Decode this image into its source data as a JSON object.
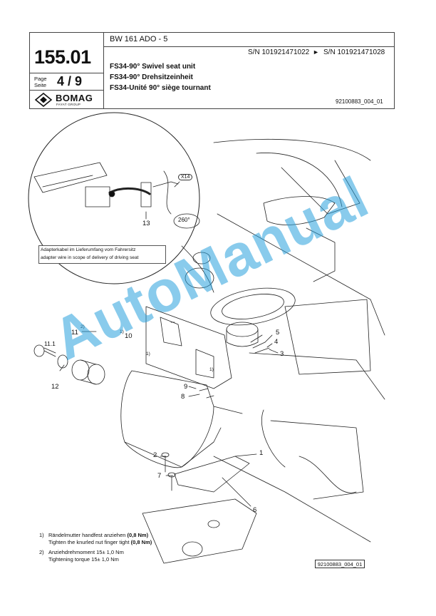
{
  "header": {
    "model": "BW 161 ADO - 5",
    "page_code": "155.01",
    "page_label_de": "Page",
    "page_label_fr": "Seite",
    "page_number": "4 / 9",
    "serial_from": "S/N 101921471022",
    "serial_arrow": "►",
    "serial_to": "S/N 101921471028",
    "title_en": "FS34-90° Swivel seat unit",
    "title_de": "FS34-90° Drehsitzeinheit",
    "title_fr": "FS34-Unité 90° siège tournant",
    "reference": "92100883_004_01"
  },
  "logo": {
    "name": "BOMAG",
    "subtitle": "FAYAT GROUP"
  },
  "diagram": {
    "callout_x14": "X14",
    "callout_angle": "260°",
    "detail_caption_de": "Adapterkabel im Lieferumfang vom Fahrersitz",
    "detail_caption_en": "adapter wire in scope of delivery of driving seat",
    "part_labels": [
      "1",
      "2",
      "3",
      "4",
      "5",
      "6",
      "7",
      "8",
      "9",
      "10",
      "11",
      "11.1",
      "12",
      "13"
    ],
    "footnote_marks": [
      "2)",
      "1)",
      "1)",
      "1)"
    ]
  },
  "notes": [
    {
      "num": "1)",
      "de": "Rändelmutter handfest anziehen",
      "de_bold": "(0,8 Nm)",
      "en": "Tighten the knurled nut finger tight",
      "en_bold": "(0,8 Nm)"
    },
    {
      "num": "2)",
      "de": "Anziehdrehmoment 15± 1,0 Nm",
      "en": "Tightening torque 15± 1,0 Nm"
    }
  ],
  "figure_ref": "92100883_004_01",
  "watermark": "AutoManual",
  "colors": {
    "watermark": "#28a0dc",
    "line": "#222222"
  }
}
